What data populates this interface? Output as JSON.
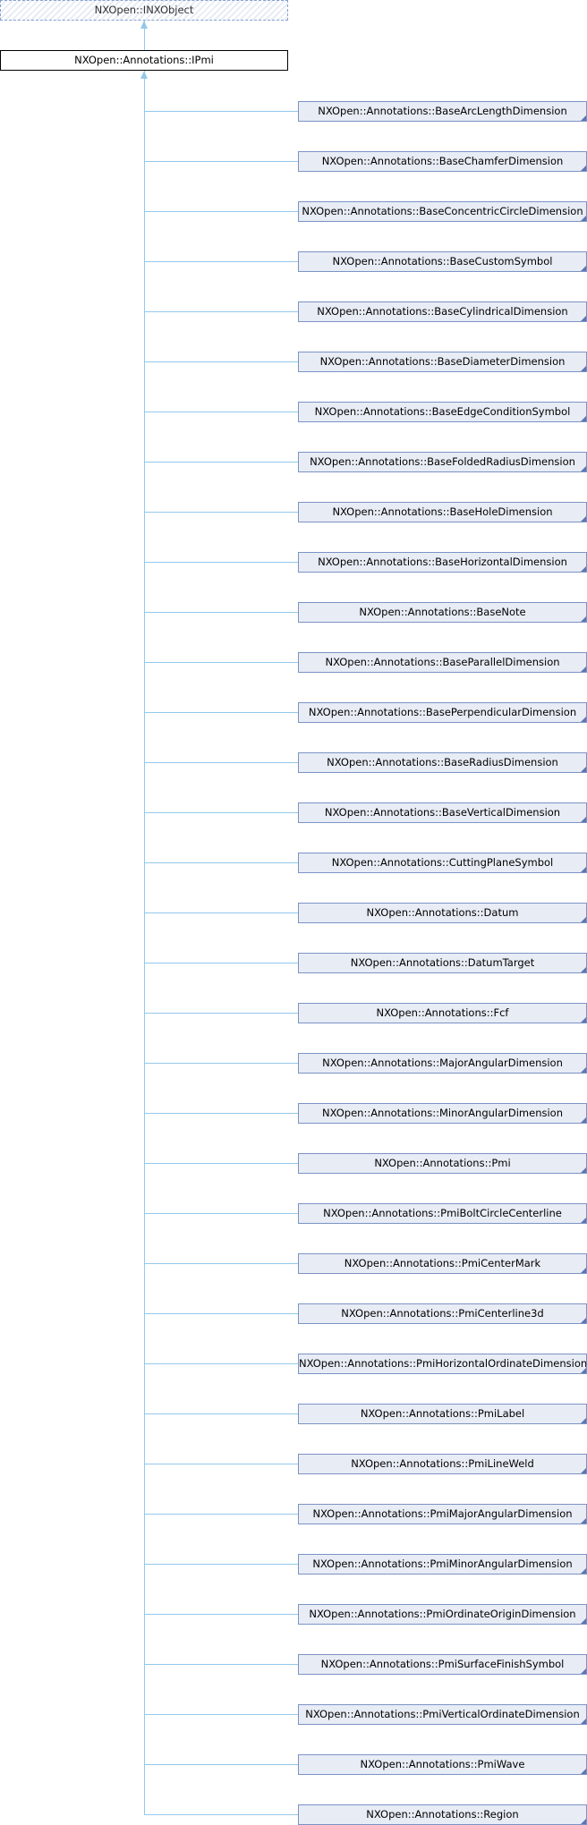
{
  "diagram": {
    "ancestor": "NXOpen::INXObject",
    "base": "NXOpen::Annotations::IPmi",
    "children": [
      "NXOpen::Annotations::BaseArcLengthDimension",
      "NXOpen::Annotations::BaseChamferDimension",
      "NXOpen::Annotations::BaseConcentricCircleDimension",
      "NXOpen::Annotations::BaseCustomSymbol",
      "NXOpen::Annotations::BaseCylindricalDimension",
      "NXOpen::Annotations::BaseDiameterDimension",
      "NXOpen::Annotations::BaseEdgeConditionSymbol",
      "NXOpen::Annotations::BaseFoldedRadiusDimension",
      "NXOpen::Annotations::BaseHoleDimension",
      "NXOpen::Annotations::BaseHorizontalDimension",
      "NXOpen::Annotations::BaseNote",
      "NXOpen::Annotations::BaseParallelDimension",
      "NXOpen::Annotations::BasePerpendicularDimension",
      "NXOpen::Annotations::BaseRadiusDimension",
      "NXOpen::Annotations::BaseVerticalDimension",
      "NXOpen::Annotations::CuttingPlaneSymbol",
      "NXOpen::Annotations::Datum",
      "NXOpen::Annotations::DatumTarget",
      "NXOpen::Annotations::Fcf",
      "NXOpen::Annotations::MajorAngularDimension",
      "NXOpen::Annotations::MinorAngularDimension",
      "NXOpen::Annotations::Pmi",
      "NXOpen::Annotations::PmiBoltCircleCenterline",
      "NXOpen::Annotations::PmiCenterMark",
      "NXOpen::Annotations::PmiCenterline3d",
      "NXOpen::Annotations::PmiHorizontalOrdinateDimension",
      "NXOpen::Annotations::PmiLabel",
      "NXOpen::Annotations::PmiLineWeld",
      "NXOpen::Annotations::PmiMajorAngularDimension",
      "NXOpen::Annotations::PmiMinorAngularDimension",
      "NXOpen::Annotations::PmiOrdinateOriginDimension",
      "NXOpen::Annotations::PmiSurfaceFinishSymbol",
      "NXOpen::Annotations::PmiVerticalOrdinateDimension",
      "NXOpen::Annotations::PmiWave",
      "NXOpen::Annotations::Region"
    ]
  }
}
